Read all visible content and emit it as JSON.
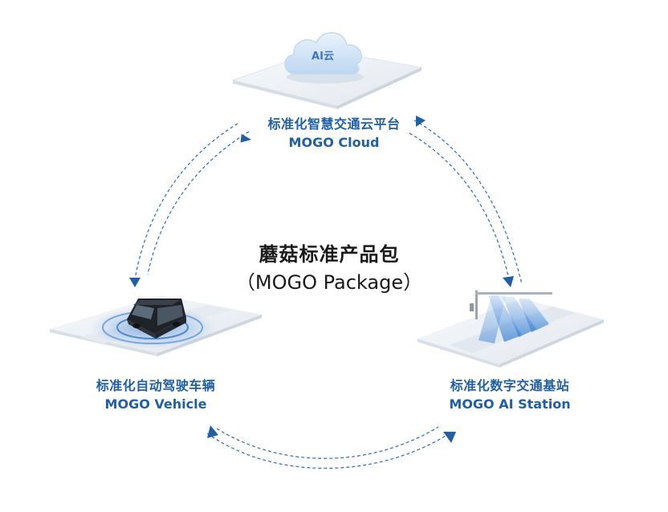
{
  "center": {
    "title_zh": "蘑菇标准产品包",
    "title_en": "（MOGO Package）"
  },
  "nodes": {
    "cloud": {
      "icon_text": "AI云",
      "label_zh": "标准化智慧交通云平台",
      "label_en": "MOGO Cloud"
    },
    "vehicle": {
      "label_zh": "标准化自动驾驶车辆",
      "label_en": "MOGO Vehicle"
    },
    "station": {
      "label_zh": "标准化数字交通基站",
      "label_en": "MOGO AI Station"
    }
  },
  "colors": {
    "accent": "#1e5fa8",
    "arrow": "#2b6cb8",
    "platform": "#eef1f5",
    "beam": "#6fa6e6"
  }
}
